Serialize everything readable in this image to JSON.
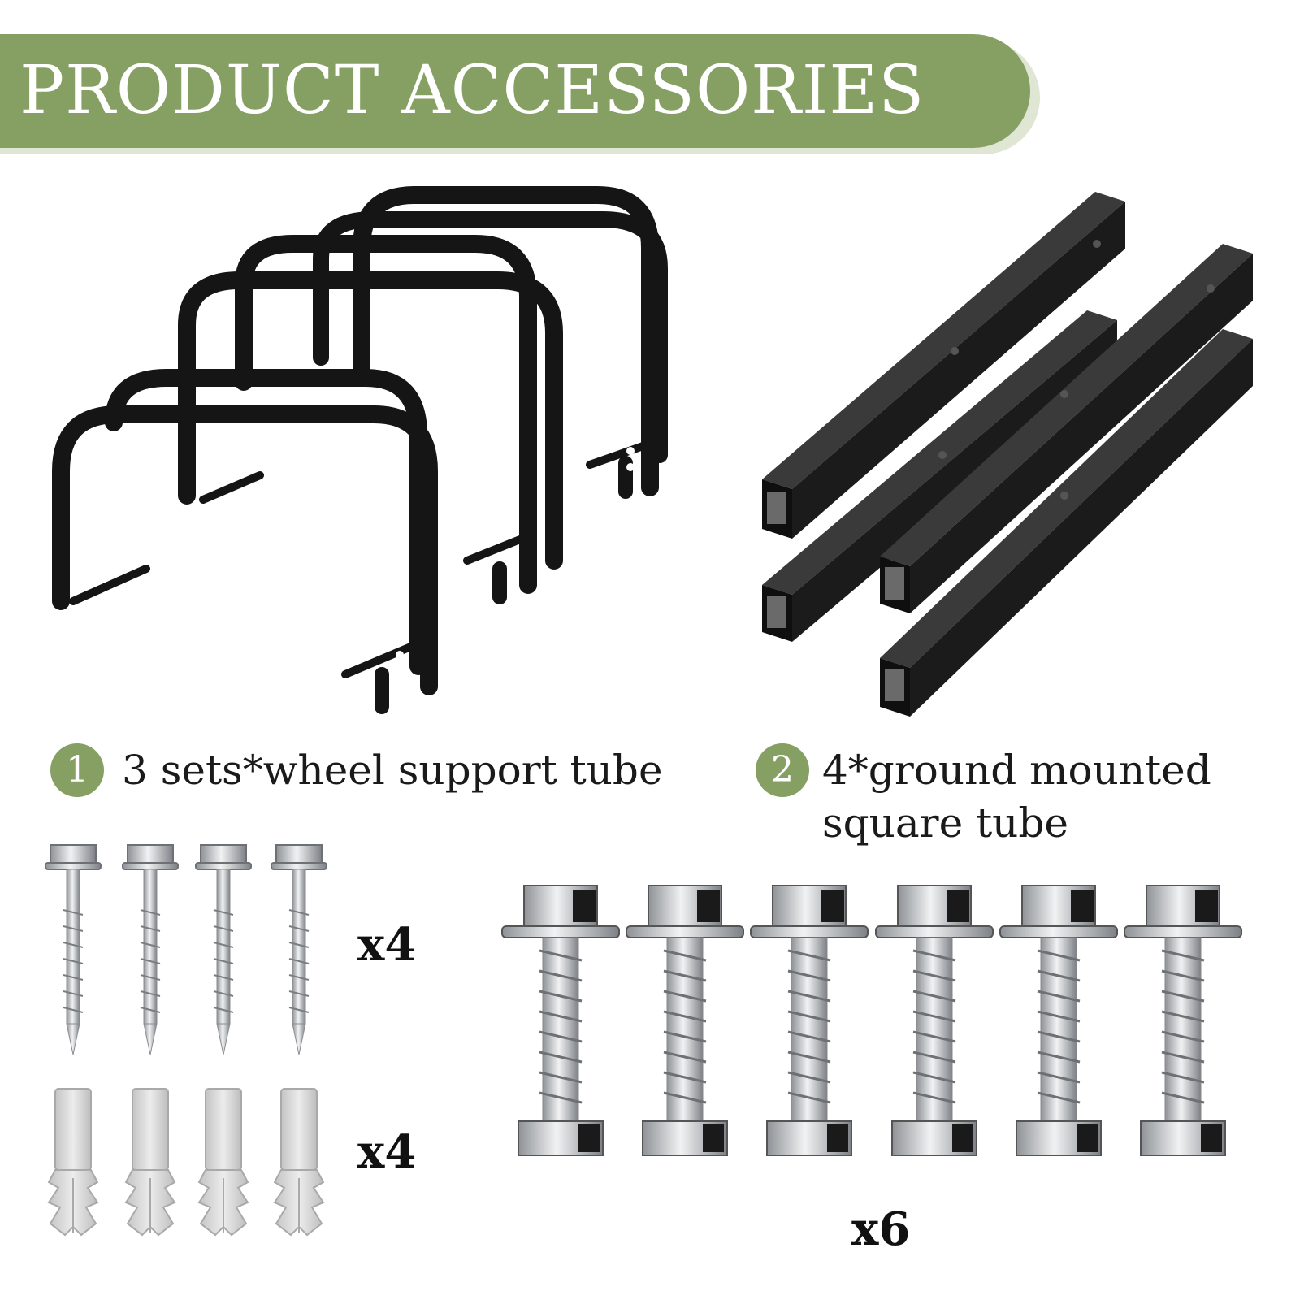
{
  "banner": {
    "title": "PRODUCT ACCESSORIES"
  },
  "items": [
    {
      "number": "1",
      "label": "3 sets*wheel support tube"
    },
    {
      "number": "2",
      "line1": "4*ground mounted",
      "line2": "square tube"
    }
  ],
  "quantities": {
    "lag_screws": "x4",
    "anchors": "x4",
    "bolts": "x6"
  },
  "colors": {
    "accent": "#85a062",
    "accent_light": "#dfe6d3",
    "tube": "#151515",
    "metal": "#b9bcc1",
    "plug": "#d9d9d9"
  },
  "icons": [
    "u-bar-icon",
    "square-tube-icon",
    "lag-screw-icon",
    "wall-anchor-icon",
    "hex-bolt-icon"
  ]
}
